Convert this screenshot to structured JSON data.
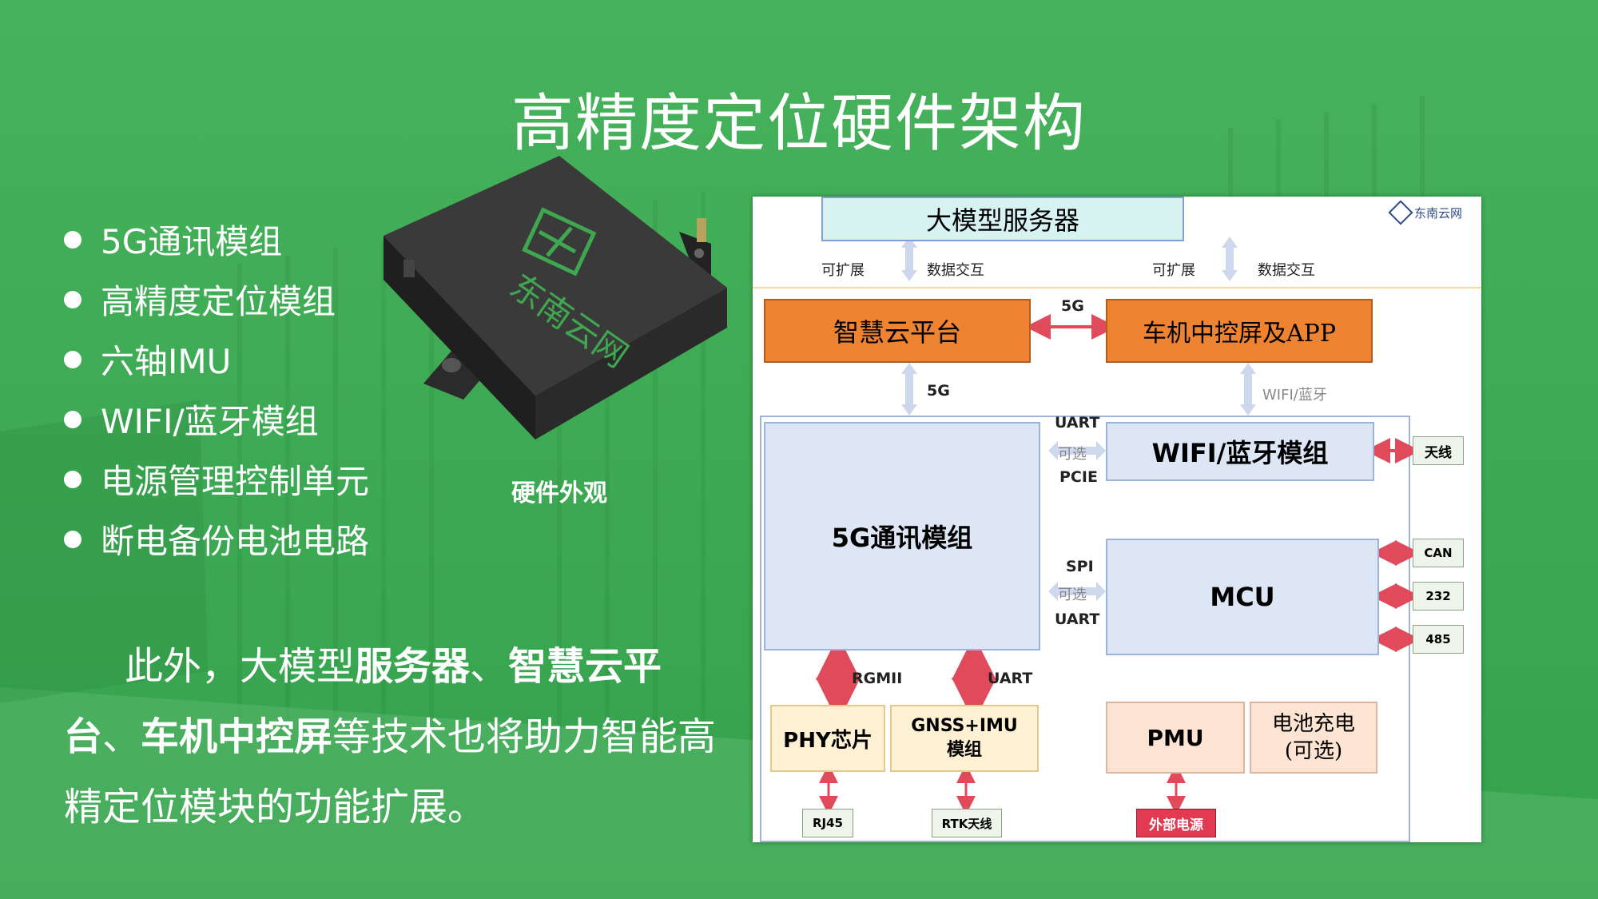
{
  "title": "高精度定位硬件架构",
  "bullets": [
    "5G通讯模组",
    "高精度定位模组",
    "六轴IMU",
    "WIFI/蓝牙模组",
    "电源管理控制单元",
    "断电备份电池电路"
  ],
  "device": {
    "caption": "硬件外观",
    "logo_text": "东南云网"
  },
  "paragraph": {
    "t1": "此外，大模型",
    "b1": "服务器",
    "t2": "、",
    "b2": "智慧云平台",
    "t3": "、",
    "b3": "车机中控屏",
    "t4": "等技术也将助力智能高精定位模块的功能扩展。"
  },
  "diagram": {
    "server": "大模型服务器",
    "logo": "东南云网",
    "expand_left": "可扩展",
    "exchange_left": "数据交互",
    "expand_right": "可扩展",
    "exchange_right": "数据交互",
    "cloud": "智慧云平台",
    "car": "车机中控屏及APP",
    "link_5g_top": "5G",
    "link_5g_vertical": "5G",
    "wifi_bt_link": "WIFI/蓝牙",
    "module_5g": "5G通讯模组",
    "wifi_module": "WIFI/蓝牙模组",
    "mcu": "MCU",
    "uart1": "UART",
    "optional1": "可选",
    "pcie": "PCIE",
    "spi": "SPI",
    "optional2": "可选",
    "uart2": "UART",
    "antenna": "天线",
    "can": "CAN",
    "p232": "232",
    "p485": "485",
    "rgmii": "RGMII",
    "uart3": "UART",
    "phy": "PHY芯片",
    "gnss_l1": "GNSS+IMU",
    "gnss_l2": "模组",
    "pmu": "PMU",
    "battery_l1": "电池充电",
    "battery_l2": "(可选)",
    "rj45": "RJ45",
    "rtk": "RTK天线",
    "ext_power": "外部电源"
  },
  "colors": {
    "background_green": "#3caa53",
    "orange": "#ee8432",
    "light_blue": "#dce6f4",
    "cyan": "#d6f2f1",
    "peach": "#fde4d2",
    "cream": "#fdf0d3",
    "red_arrow": "#e14a5b",
    "red_box": "#e33a52"
  }
}
